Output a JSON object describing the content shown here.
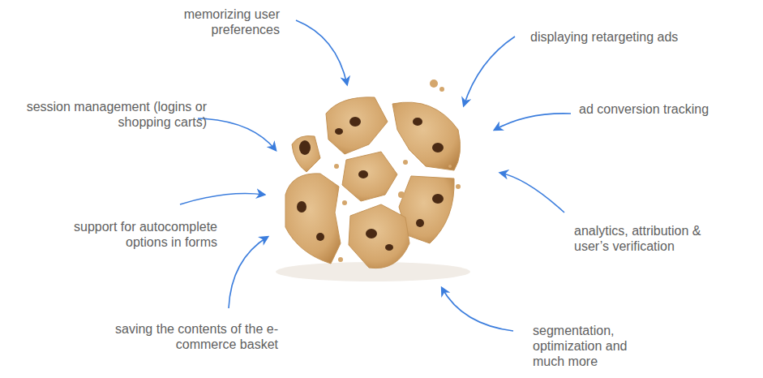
{
  "diagram": {
    "labels": [
      "memorizing user preferences",
      "displaying retargeting ads",
      "session management (logins or shopping carts)",
      "ad conversion tracking",
      "support for autocomplete options in forms",
      "analytics, attribution & user’s verification",
      "saving the contents of the e-commerce basket",
      "segmentation, optimization and much more"
    ]
  }
}
